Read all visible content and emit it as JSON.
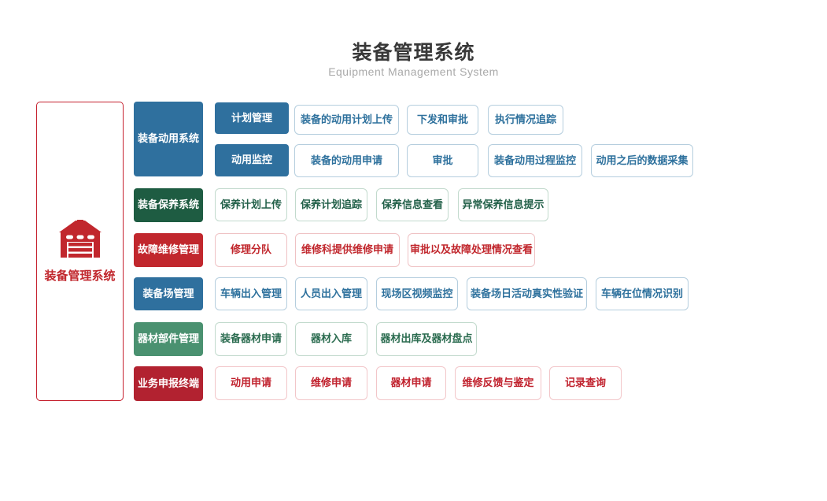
{
  "header": {
    "title": "装备管理系统",
    "subtitle": "Equipment Management System"
  },
  "root": {
    "label": "装备管理系统",
    "icon": "garage-icon"
  },
  "colors": {
    "blue": "#2f709e",
    "dark_green": "#1e5c42",
    "green": "#4a9170",
    "red": "#c1272d",
    "dark_red": "#b22230"
  },
  "groups": [
    {
      "label": "装备动用系统",
      "color": "#2f709e",
      "sub_groups": [
        {
          "label": "计划管理",
          "items": [
            "装备的动用计划上传",
            "下发和审批",
            "执行情况追踪"
          ]
        },
        {
          "label": "动用监控",
          "items": [
            "装备的动用申请",
            "审批",
            "装备动用过程监控",
            "动用之后的数据采集"
          ]
        }
      ]
    },
    {
      "label": "装备保养系统",
      "color": "#1e5c42",
      "items": [
        "保养计划上传",
        "保养计划追踪",
        "保养信息查看",
        "异常保养信息提示"
      ]
    },
    {
      "label": "故障维修管理",
      "color": "#c1272d",
      "items": [
        "修理分队",
        "维修科提供维修申请",
        "审批以及故障处理情况查看"
      ]
    },
    {
      "label": "装备场管理",
      "color": "#2f709e",
      "items": [
        "车辆出入管理",
        "人员出入管理",
        "现场区视频监控",
        "装备场日活动真实性验证",
        "车辆在位情况识别"
      ]
    },
    {
      "label": "器材部件管理",
      "color": "#4a9170",
      "items": [
        "装备器材申请",
        "器材入库",
        "器材出库及器材盘点"
      ]
    },
    {
      "label": "业务申报终端",
      "color": "#b22230",
      "items": [
        "动用申请",
        "维修申请",
        "器材申请",
        "维修反馈与鉴定",
        "记录查询"
      ]
    }
  ]
}
